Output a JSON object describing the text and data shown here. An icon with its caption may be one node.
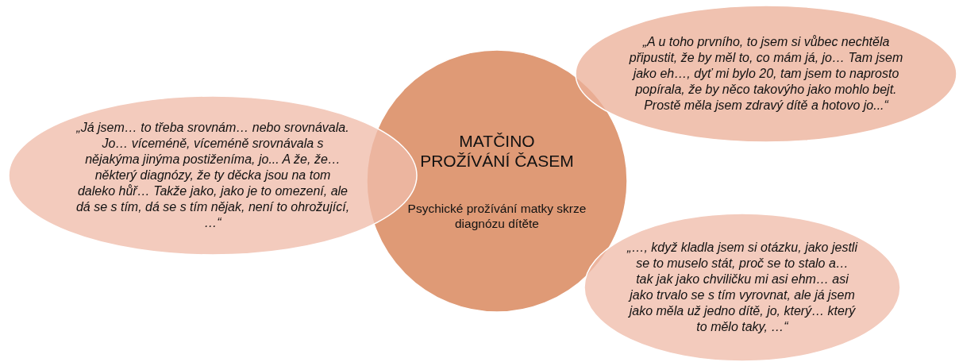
{
  "diagram": {
    "nodes": [
      {
        "text": [
          "MATČINO PROŽÍVÁNÍ ČASEM",
          "Psychické prožívání matky skrze diagnózu dítěte"
        ]
      },
      {
        "text": [
          "„A u toho prvního, to jsem si vůbec nechtěla připustit, že by měl to, co mám já, jo… Tam jsem jako eh…, dyť mi bylo 20, tam jsem to naprosto popírala, že by něco takovýho jako mohlo bejt. Prostě měla jsem zdravý dítě a hotovo jo...“"
        ]
      },
      {
        "text": [
          "„Já jsem… to třeba srovnám… nebo srovnávala. Jo… víceméně, víceméně srovnávala s nějakýma jinýma postiženíma, jo... A že, že… některý diagnózy, že ty děcka jsou na tom daleko hůř… Takže jako, jako je to omezení, ale dá se s tím, dá se s tím nějak, není to ohrožující, …“"
        ]
      },
      {
        "text": [
          "„…, když kladla jsem si otázku, jako jestli se to muselo stát, proč se to stalo a… tak jak jako chviličku mi asi ehm… asi jako trvalo se s tím vyrovnat, ale já jsem jako měla už jedno dítě, jo, který… který to mělo taky, …“"
        ]
      }
    ]
  }
}
